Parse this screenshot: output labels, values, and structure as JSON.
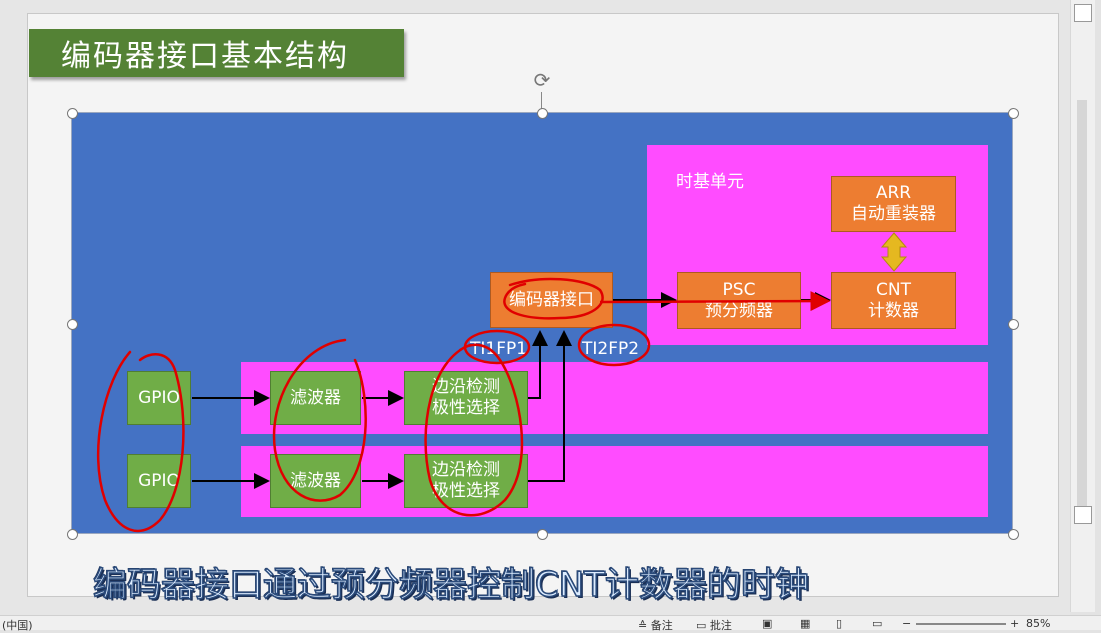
{
  "slide": {
    "title": "编码器接口基本结构",
    "time_base_label": "时基单元",
    "arr": {
      "line1": "ARR",
      "line2": "自动重装器"
    },
    "psc": {
      "line1": "PSC",
      "line2": "预分频器"
    },
    "cnt": {
      "line1": "CNT",
      "line2": "计数器"
    },
    "encoder": "编码器接口",
    "ti1fp1": "TI1FP1",
    "ti2fp2": "TI2FP2",
    "rows": [
      {
        "gpio": "GPIO",
        "filter": "滤波器",
        "edge_line1": "边沿检测",
        "edge_line2": "极性选择"
      },
      {
        "gpio": "GPIO",
        "filter": "滤波器",
        "edge_line1": "边沿检测",
        "edge_line2": "极性选择"
      }
    ]
  },
  "subtitle": "编码器接口通过预分频器控制CNT计数器的时钟",
  "status": {
    "left_text": "(中国)",
    "notes": "备注",
    "comments": "批注",
    "zoom": "85%"
  },
  "colors": {
    "title_bg": "#548235",
    "panel_blue": "#4472c4",
    "pink": "#ff4cff",
    "green_box": "#70ad47",
    "orange_box": "#ed7d31",
    "annotation_red": "#e00000"
  },
  "icons": {
    "rotate": "rotate-handle-icon",
    "normal_view": "normal-view-icon",
    "sorter_view": "slide-sorter-icon",
    "reading_view": "reading-view-icon",
    "slideshow": "slideshow-icon"
  }
}
